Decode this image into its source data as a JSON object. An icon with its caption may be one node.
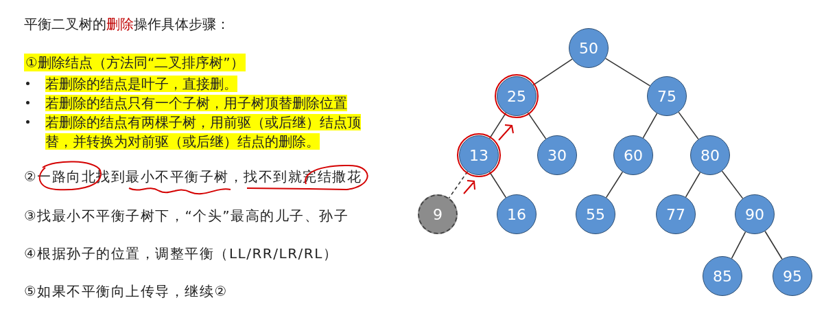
{
  "diagram": {
    "nodes": [
      {
        "text": [
          "50"
        ]
      },
      {
        "text": [
          "25"
        ]
      },
      {
        "text": [
          "75"
        ]
      },
      {
        "text": [
          "13"
        ]
      },
      {
        "text": [
          "30"
        ]
      },
      {
        "text": [
          "60"
        ]
      },
      {
        "text": [
          "80"
        ]
      },
      {
        "text": [
          "9"
        ]
      },
      {
        "text": [
          "16"
        ]
      },
      {
        "text": [
          "55"
        ]
      },
      {
        "text": [
          "77"
        ]
      },
      {
        "text": [
          "90"
        ]
      },
      {
        "text": [
          "85"
        ]
      },
      {
        "text": [
          "95"
        ]
      }
    ],
    "edges": [
      {
        "from": 0,
        "to": 1,
        "arrow": "none"
      },
      {
        "from": 0,
        "to": 2,
        "arrow": "none"
      },
      {
        "from": 1,
        "to": 3,
        "arrow": "none"
      },
      {
        "from": 1,
        "to": 4,
        "arrow": "none"
      },
      {
        "from": 2,
        "to": 5,
        "arrow": "none"
      },
      {
        "from": 2,
        "to": 6,
        "arrow": "none"
      },
      {
        "from": 3,
        "to": 7,
        "arrow": "none",
        "style": "dashed"
      },
      {
        "from": 3,
        "to": 8,
        "arrow": "none"
      },
      {
        "from": 5,
        "to": 9,
        "arrow": "none"
      },
      {
        "from": 6,
        "to": 10,
        "arrow": "none"
      },
      {
        "from": 6,
        "to": 11,
        "arrow": "none"
      },
      {
        "from": 11,
        "to": 12,
        "arrow": "none"
      },
      {
        "from": 11,
        "to": 13,
        "arrow": "none"
      }
    ],
    "labels": [
      "平衡二叉树的**删除**操作具体步骤：",
      "①删除结点（方法同“二叉排序树”）",
      "若删除的结点是叶子，直接删。",
      "若删除的结点只有一个子树，用子树顶替删除位置",
      "若删除的结点有两棵子树，用前驱（或后继）结点顶替，并转换为对前驱（或后继）结点的删除。",
      "②一路向北找到最小不平衡子树，找不到就完结撒花",
      "③找最小不平衡子树下，“个头”最高的儿子、孙子",
      "④根据孙子的位置，调整平衡（LL/RR/LR/RL）",
      "⑤如果不平衡向上传导，继续②"
    ]
  }
}
